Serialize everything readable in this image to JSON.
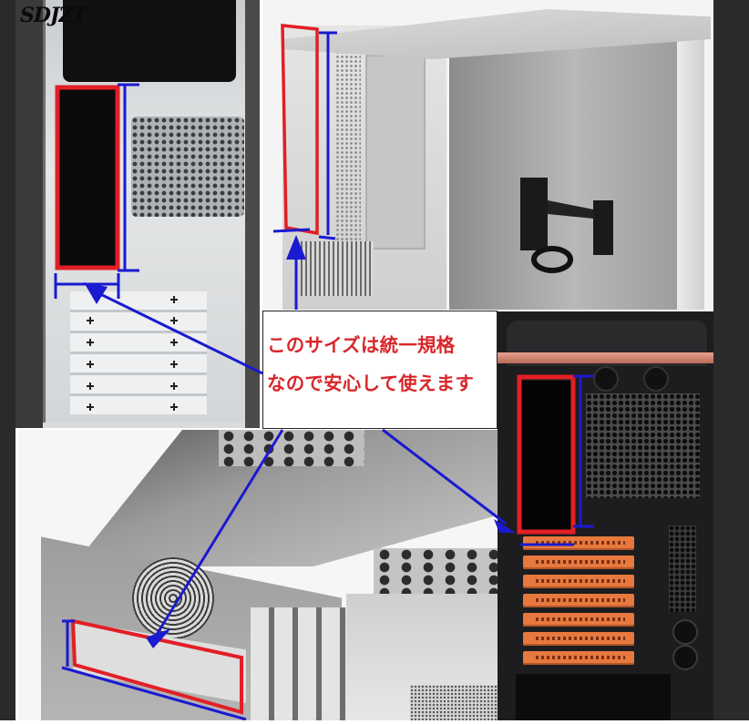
{
  "watermark": {
    "text": "SDJZT"
  },
  "callout": {
    "line1": "このサイズは統一規格",
    "line2": "なので安心して使えます",
    "text_color": "#d8262a"
  },
  "annotation_colors": {
    "highlight_box": "#e21f26",
    "dimension_line": "#1a1ad0",
    "slot_accent": "#e7793e"
  },
  "panels": [
    {
      "id": "silver-tower-rear",
      "description": "Silver tower case rear with highlighted slot"
    },
    {
      "id": "open-case-side",
      "description": "Open case with highlighted vertical slot"
    },
    {
      "id": "rack-case",
      "description": "Rack-mount chassis with highlighted slot"
    },
    {
      "id": "black-gaming-case",
      "description": "Black gaming case rear with orange expansion slots"
    }
  ]
}
